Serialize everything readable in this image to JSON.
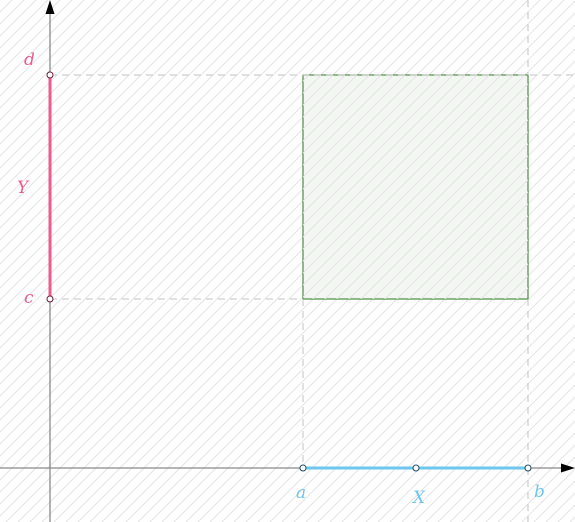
{
  "colors": {
    "background": "#ffffff",
    "hatch": "#e4e4e4",
    "axis": "#888888",
    "axis_arrow": "#000000",
    "guide": "#c2c2c2",
    "x_interval": "#6ec6ef",
    "y_interval": "#ee5c8c",
    "rectangle_fill": "#f0f7ef",
    "rectangle_stroke": "#4c8a40",
    "point_fill": "#ffffff"
  },
  "labels": {
    "a": "a",
    "b": "b",
    "c": "c",
    "d": "d",
    "X": "X",
    "Y": "Y"
  }
}
